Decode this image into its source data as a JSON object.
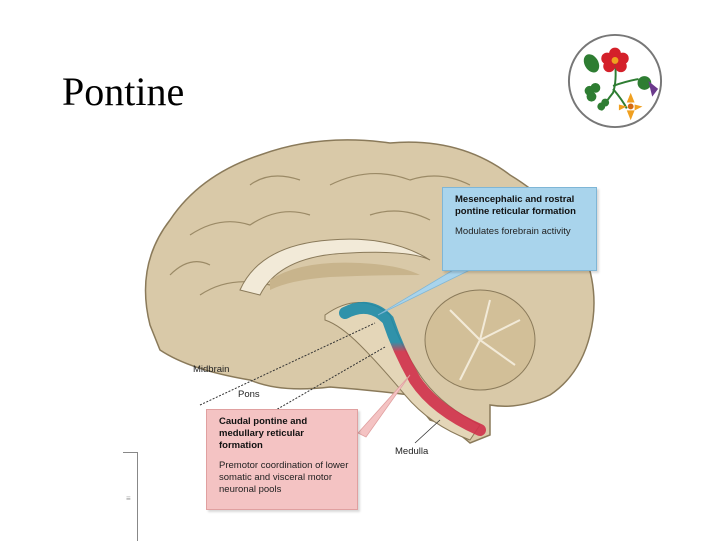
{
  "slide": {
    "title": "Pontine",
    "logo": {
      "icon": "floral-emblem-icon",
      "colors": {
        "rose": "#d4202a",
        "thistle": "#6b3a8c",
        "daffodil": "#f0a020",
        "leaves": "#2e7d32"
      }
    }
  },
  "figure": {
    "description": "Midsagittal brain section showing reticular formation",
    "colors": {
      "brain": "#d9c9a8",
      "brain_edge": "#8a7a5a",
      "mesencephalic_region": "#1c8aa8",
      "caudal_region": "#d0304a"
    },
    "labels": {
      "midbrain": "Midbrain",
      "pons": "Pons",
      "medulla": "Medulla"
    },
    "callouts": {
      "rostral": {
        "heading": "Mesencephalic and rostral pontine reticular formation",
        "body": "Modulates forebrain activity",
        "color": "#a9d4ec"
      },
      "caudal": {
        "heading": "Caudal pontine and medullary reticular formation",
        "body": "Premotor coordination of lower somatic and visceral motor neuronal pools",
        "color": "#f4c3c3"
      }
    }
  }
}
